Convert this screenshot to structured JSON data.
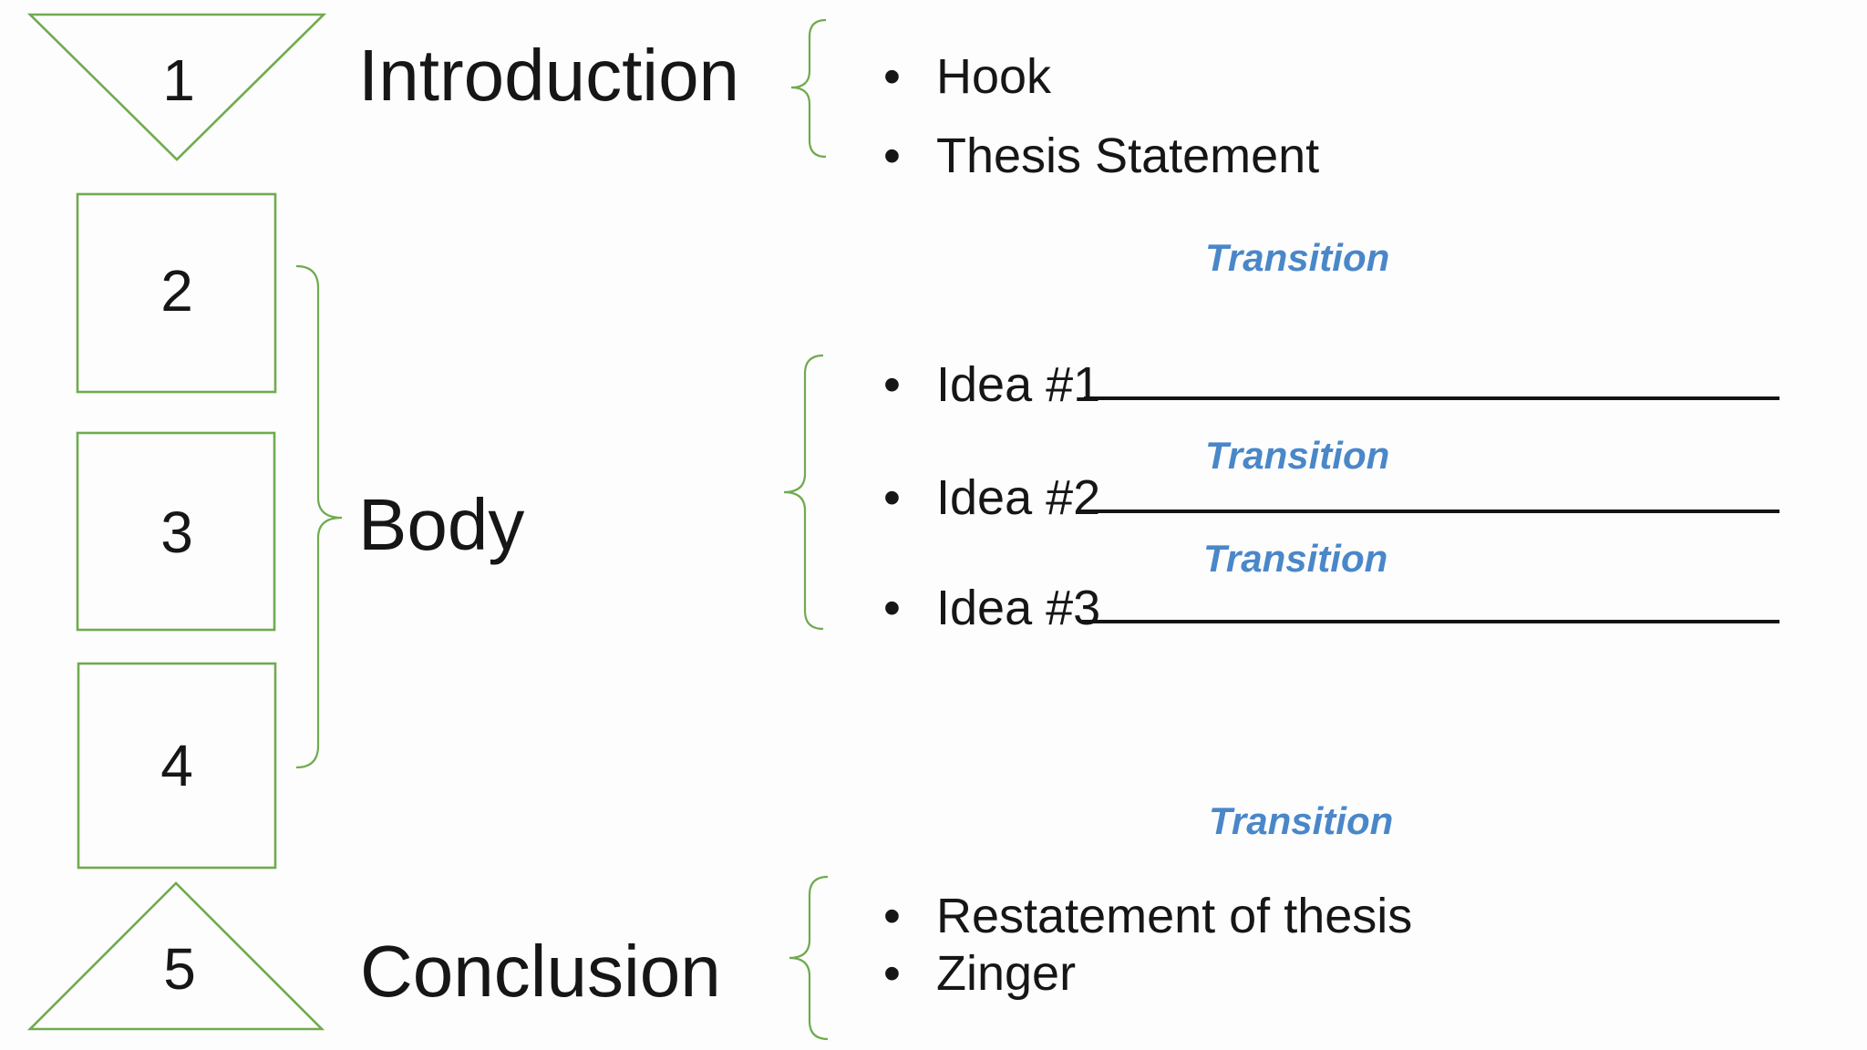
{
  "colors": {
    "shape_green": "#6FAB4F",
    "transition_blue": "#4A87C9",
    "ink": "#161616",
    "background": "#fdfdfd"
  },
  "stages": [
    {
      "number": "1",
      "shape": "inverted-triangle",
      "heading": "Introduction",
      "bullets": [
        "Hook",
        "Thesis Statement"
      ]
    },
    {
      "number": "2",
      "shape": "square"
    },
    {
      "number": "3",
      "shape": "square"
    },
    {
      "number": "4",
      "shape": "square"
    },
    {
      "number": "5",
      "shape": "triangle",
      "heading": "Conclusion",
      "bullets": [
        "Restatement of thesis",
        "Zinger"
      ]
    }
  ],
  "body": {
    "heading": "Body",
    "ideas": [
      {
        "label": "Idea #1"
      },
      {
        "label": "Idea #2"
      },
      {
        "label": "Idea #3"
      }
    ]
  },
  "transitions": [
    {
      "label": "Transition"
    },
    {
      "label": "Transition"
    },
    {
      "label": "Transition"
    },
    {
      "label": "Transition"
    }
  ],
  "bullet_glyph": "•"
}
